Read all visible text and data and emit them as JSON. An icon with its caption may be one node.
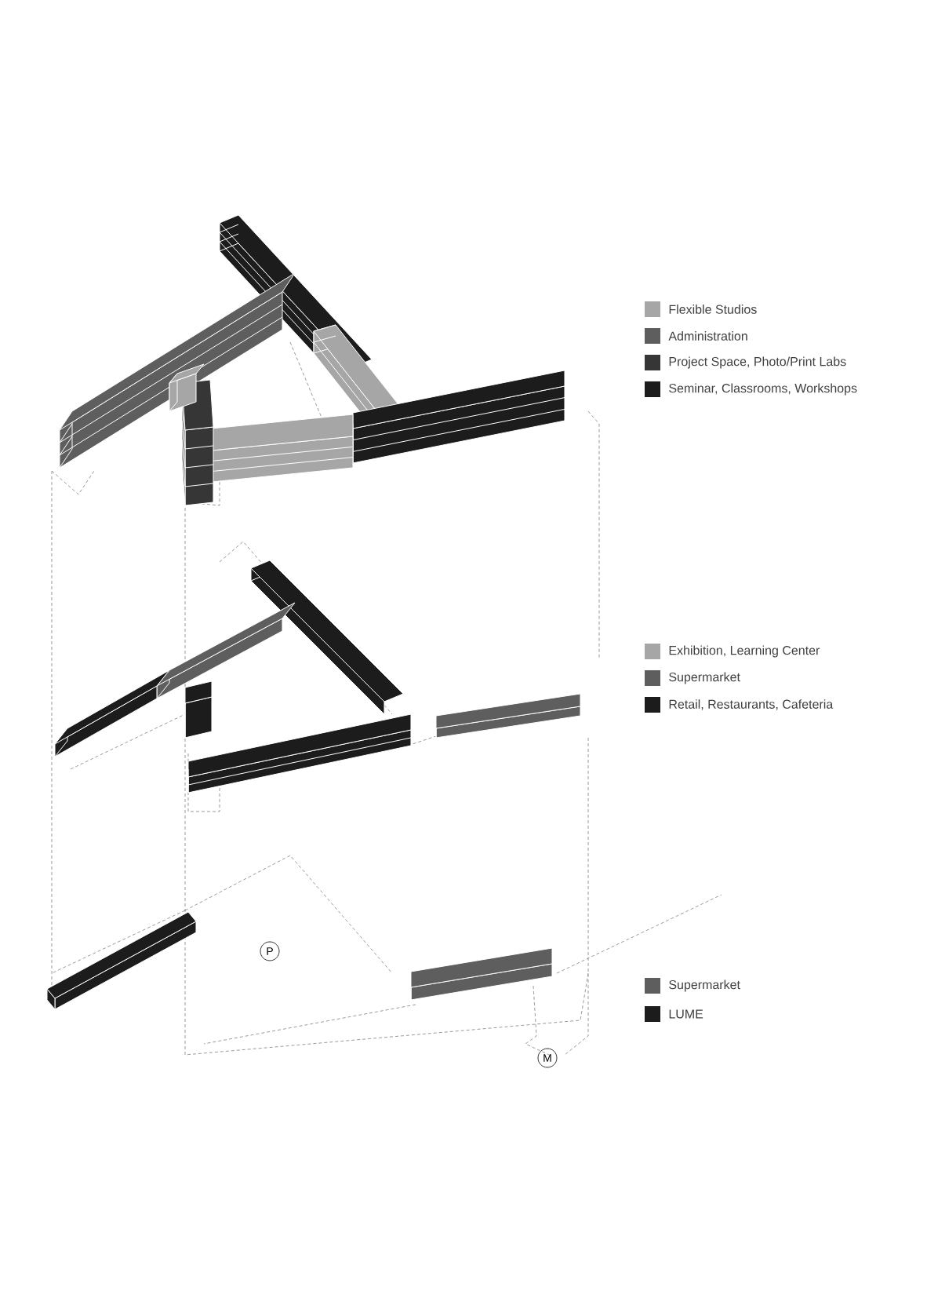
{
  "diagram": {
    "nodes": [
      {
        "text": [
          "P"
        ]
      },
      {
        "text": [
          "M"
        ]
      }
    ],
    "legend": [
      {
        "text": "Flexible Studios",
        "color": "#a6a6a6"
      },
      {
        "text": "Administration",
        "color": "#5e5e5e"
      },
      {
        "text": "Project Space, Photo/Print Labs",
        "color": "#363636"
      },
      {
        "text": "Seminar, Classrooms, Workshops",
        "color": "#1c1c1c"
      },
      {
        "text": "Exhibition, Learning Center",
        "color": "#a6a6a6"
      },
      {
        "text": "Supermarket",
        "color": "#5e5e5e"
      },
      {
        "text": "Retail, Restaurants, Cafeteria",
        "color": "#1c1c1c"
      },
      {
        "text": "Supermarket",
        "color": "#5e5e5e"
      },
      {
        "text": "LUME",
        "color": "#1c1c1c"
      }
    ]
  }
}
